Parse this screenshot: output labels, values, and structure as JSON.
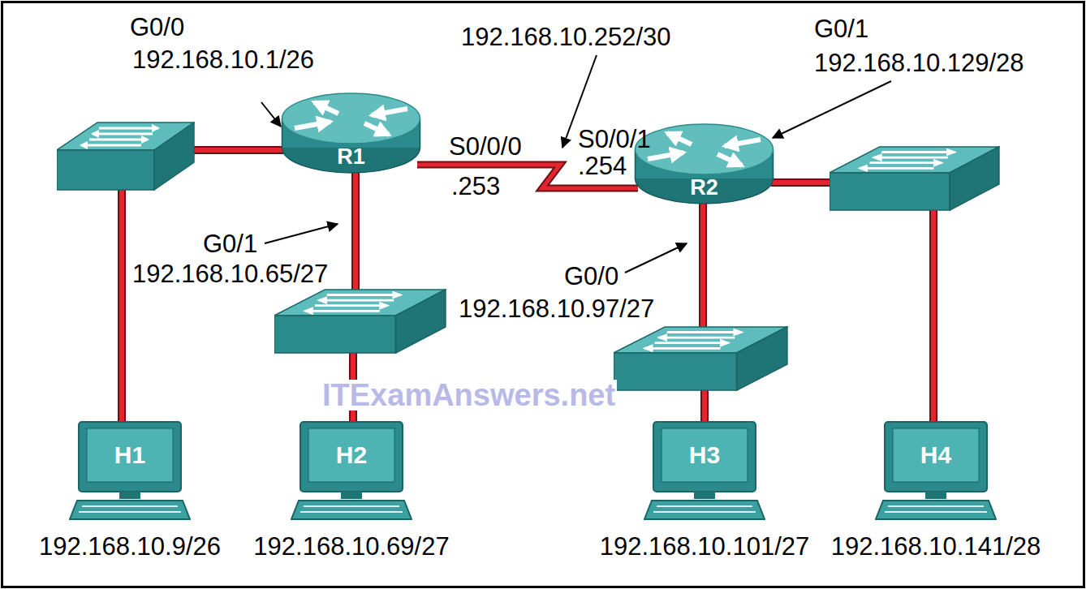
{
  "diagram": {
    "nodes": [
      {
        "text": [
          "R1"
        ]
      },
      {
        "text": [
          "R2"
        ]
      },
      {
        "text": [
          "H1",
          "192.168.10.9/26"
        ]
      },
      {
        "text": [
          "H2",
          "192.168.10.69/27"
        ]
      },
      {
        "text": [
          "H3",
          "192.168.10.101/27"
        ]
      },
      {
        "text": [
          "H4",
          "192.168.10.141/28"
        ]
      }
    ],
    "edges": [
      {
        "from": 0,
        "to": 1,
        "arrow": "none"
      }
    ],
    "labels": [
      "G0/0",
      "192.168.10.1/26",
      "192.168.10.252/30",
      "G0/1",
      "192.168.10.129/28",
      "S0/0/0",
      ".253",
      "S0/0/1",
      ".254",
      "G0/1",
      "192.168.10.65/27",
      "G0/0",
      "192.168.10.97/27",
      "ITExamAnswers.net"
    ]
  }
}
